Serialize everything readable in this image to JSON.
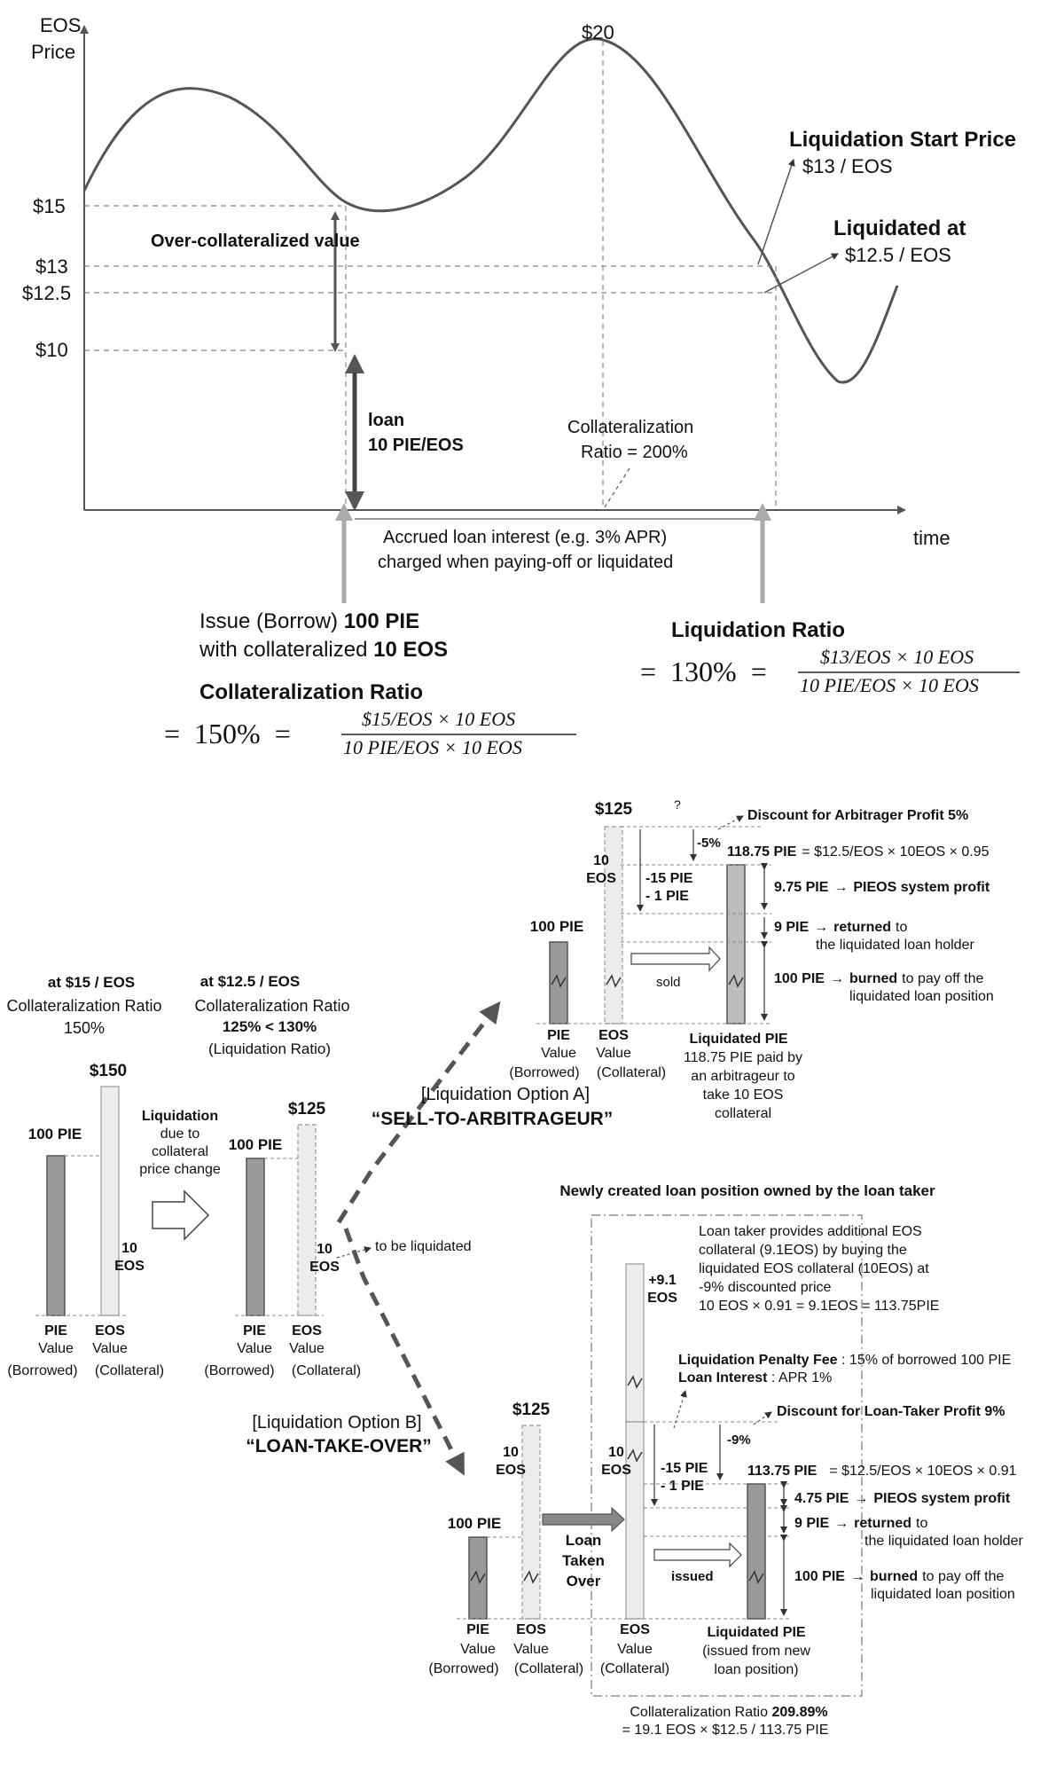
{
  "graph": {
    "y_axis_label": [
      "EOS",
      "Price"
    ],
    "x_axis_label": "time",
    "peak_label": "$20",
    "ticks": [
      "$15",
      "$13",
      "$12.5",
      "$10"
    ],
    "over_collateralized": "Over-collateralized value",
    "loan": [
      "loan",
      "10 PIE/EOS"
    ],
    "collat_ratio_note": [
      "Collateralization",
      "Ratio = 200%"
    ],
    "accrued_interest": [
      "Accrued loan interest (e.g. 3% APR)",
      "charged when paying-off or liquidated"
    ],
    "liq_start": {
      "title": "Liquidation Start Price",
      "value": "$13 / EOS"
    },
    "liq_at": {
      "title": "Liquidated at",
      "value": "$12.5 / EOS"
    },
    "issue": {
      "l1_pre": "Issue (Borrow) ",
      "l1_bold": "100 PIE",
      "l2_pre": "with collateralized ",
      "l2_bold": "10 EOS"
    },
    "cr_formula": {
      "title": "Collateralization Ratio",
      "lhs": "=  150%  =",
      "num": "$15/EOS × 10 EOS",
      "den": "10 PIE/EOS × 10 EOS"
    },
    "lr_formula": {
      "title": "Liquidation Ratio",
      "lhs": "=  130%  =",
      "num": "$13/EOS × 10 EOS",
      "den": "10 PIE/EOS × 10 EOS"
    }
  },
  "left_panel": {
    "title": "at $15 / EOS",
    "sub": [
      "Collateralization Ratio",
      "150%"
    ],
    "top_value": "$150",
    "pie_label": "100 PIE",
    "eos_label": [
      "10",
      "EOS"
    ],
    "pie_caption": [
      "PIE",
      "Value",
      "(Borrowed)"
    ],
    "eos_caption": [
      "EOS",
      "Value",
      "(Collateral)"
    ],
    "liquidation": [
      "Liquidation",
      "due to",
      "collateral",
      "price change"
    ]
  },
  "mid_panel": {
    "title": "at $12.5 / EOS",
    "sub": [
      "Collateralization Ratio",
      "125% < 130%",
      "(Liquidation Ratio)"
    ],
    "top_value": "$125",
    "pie_label": "100 PIE",
    "eos_label": [
      "10",
      "EOS"
    ],
    "to_be_liquidated": "to be liquidated",
    "pie_caption": [
      "PIE",
      "Value",
      "(Borrowed)"
    ],
    "eos_caption": [
      "EOS",
      "Value",
      "(Collateral)"
    ]
  },
  "option_a": {
    "bracket": "[Liquidation Option A]",
    "name": "“SELL-TO-ARBITRAGEUR”",
    "top_value": "$125",
    "qmark": "?",
    "discount": "Discount for Arbitrager Profit 5%",
    "pct": "-5%",
    "total_bold": "118.75 PIE",
    "total_formula": "= $12.5/EOS × 10EOS × 0.95",
    "eos_label": [
      "10",
      "EOS"
    ],
    "penalty": [
      "-15 PIE",
      "- 1 PIE"
    ],
    "pie_label": "100 PIE",
    "sold": "sold",
    "profit": {
      "amt": "9.75 PIE",
      "arrow": "→",
      "desc": "PIEOS system profit"
    },
    "returned": {
      "amt": "9 PIE",
      "arrow": "→",
      "bold": "returned",
      "rest": "to",
      "l2": "the liquidated loan holder"
    },
    "burned": {
      "amt": "100 PIE",
      "arrow": "→",
      "bold": "burned",
      "rest": "to pay off the",
      "l2": "liquidated loan position"
    },
    "pie_caption": [
      "PIE",
      "Value",
      "(Borrowed)"
    ],
    "eos_caption": [
      "EOS",
      "Value",
      "(Collateral)"
    ],
    "liq_caption": [
      "Liquidated PIE",
      "118.75 PIE paid by",
      "an arbitrageur to",
      "take 10 EOS",
      "collateral"
    ]
  },
  "option_b": {
    "bracket": "[Liquidation Option B]",
    "name": "“LOAN-TAKE-OVER”",
    "header": "Newly created loan position owned by the loan taker",
    "note": [
      "Loan taker provides additional EOS",
      "collateral (9.1EOS) by buying the",
      "liquidated EOS collateral (10EOS) at",
      "-9% discounted price",
      "10 EOS × 0.91 = 9.1EOS = 113.75PIE"
    ],
    "plus": [
      "+9.1",
      "EOS"
    ],
    "penalty_fee": {
      "bold": "Liquidation Penalty Fee",
      "rest": " : 15% of borrowed 100 PIE"
    },
    "loan_interest": {
      "bold": "Loan Interest",
      "rest": " : APR 1%"
    },
    "discount": "Discount for Loan-Taker Profit 9%",
    "pct": "-9%",
    "top_value": "$125",
    "eos_label": [
      "10",
      "EOS"
    ],
    "eos_label2": [
      "10",
      "EOS"
    ],
    "penalty": [
      "-15 PIE",
      "- 1 PIE"
    ],
    "total_bold": "113.75 PIE",
    "total_formula": "= $12.5/EOS × 10EOS × 0.91",
    "pie_label": "100 PIE",
    "taken_over": [
      "Loan",
      "Taken",
      "Over"
    ],
    "issued": "issued",
    "profit": {
      "amt": "4.75 PIE",
      "arrow": "→",
      "desc": "PIEOS system profit"
    },
    "returned": {
      "amt": "9 PIE",
      "arrow": "→",
      "bold": "returned",
      "rest": "to",
      "l2": "the liquidated loan holder"
    },
    "burned": {
      "amt": "100 PIE",
      "arrow": "→",
      "bold": "burned",
      "rest": "to pay off the",
      "l2": "liquidated loan position"
    },
    "pie_caption": [
      "PIE",
      "Value",
      "(Borrowed)"
    ],
    "eos_caption": [
      "EOS",
      "Value",
      "(Collateral)"
    ],
    "eos_caption2": [
      "EOS",
      "Value",
      "(Collateral)"
    ],
    "liq_caption": [
      "Liquidated PIE",
      "(issued from new",
      "loan position)"
    ],
    "final_ratio": {
      "pre": "Collateralization Ratio ",
      "bold": "209.89%",
      "l2": "= 19.1 EOS × $12.5 / 113.75 PIE"
    }
  },
  "colors": {
    "dark_bar": "#9a9a9a",
    "light_bar": "#ececec",
    "curve": "#555555",
    "dashed": "#888888"
  }
}
